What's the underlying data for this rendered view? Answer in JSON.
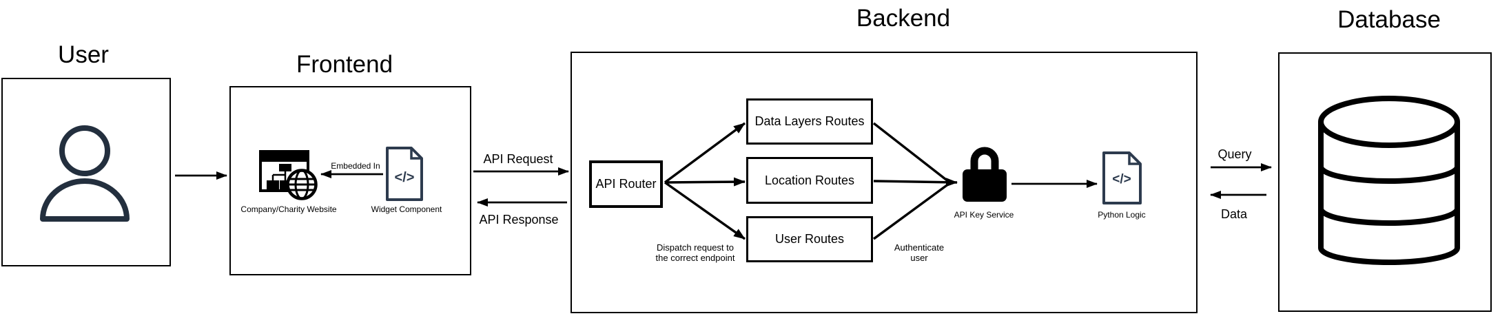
{
  "diagram": {
    "titles": {
      "user": "User",
      "frontend": "Frontend",
      "backend": "Backend",
      "database": "Database"
    },
    "frontend": {
      "website_caption": "Company/Charity Website",
      "widget_caption": "Widget Component",
      "embedded_label": "Embedded In"
    },
    "backend": {
      "router_label": "API Router",
      "routes": [
        {
          "label": "Data Layers Routes"
        },
        {
          "label": "Location Routes"
        },
        {
          "label": "User Routes"
        }
      ],
      "dispatch_note": "Dispatch request to\nthe correct endpoint",
      "auth_note": "Authenticate\nuser",
      "lock_caption": "API Key Service",
      "python_caption": "Python Logic"
    },
    "flows": {
      "request": "API Request",
      "response": "API Response",
      "query": "Query",
      "data": "Data"
    },
    "icons": {
      "code_glyph": "</>"
    },
    "colors": {
      "stroke": "#000000",
      "icon_dark": "#232F3E",
      "file_icon": "#2d3b4e",
      "bg": "#ffffff"
    }
  }
}
